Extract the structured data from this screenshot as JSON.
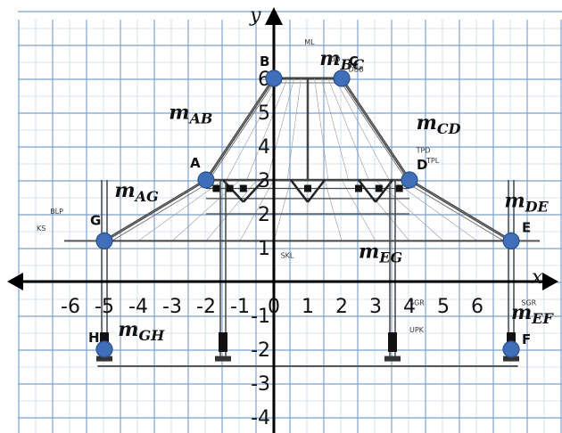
{
  "axes": {
    "x_label": "x",
    "y_label": "y",
    "x_ticks": [
      "-6",
      "-5",
      "-4",
      "-3",
      "-2",
      "-1",
      "0",
      "1",
      "2",
      "3",
      "4",
      "5",
      "6"
    ],
    "y_ticks": [
      "6",
      "5",
      "4",
      "3",
      "2",
      "1",
      "-1",
      "-2",
      "-3",
      "-4"
    ]
  },
  "points": [
    {
      "id": "A",
      "x": -2,
      "y": 3
    },
    {
      "id": "B",
      "x": 0,
      "y": 6
    },
    {
      "id": "C",
      "x": 2,
      "y": 6
    },
    {
      "id": "D",
      "x": 4,
      "y": 3
    },
    {
      "id": "E",
      "x": 7,
      "y": 1.2
    },
    {
      "id": "F",
      "x": 7,
      "y": -2
    },
    {
      "id": "G",
      "x": -5,
      "y": 1.2
    },
    {
      "id": "H",
      "x": -5,
      "y": -2
    }
  ],
  "segment_labels": {
    "AB": {
      "m": "m",
      "sub": "AB"
    },
    "BC": {
      "m": "m",
      "sub": "BC"
    },
    "CD": {
      "m": "m",
      "sub": "CD"
    },
    "AG": {
      "m": "m",
      "sub": "AG"
    },
    "DE": {
      "m": "m",
      "sub": "DE"
    },
    "EG": {
      "m": "m",
      "sub": "EG"
    },
    "GH": {
      "m": "m",
      "sub": "GH"
    },
    "EF": {
      "m": "m",
      "sub": "EF"
    }
  },
  "annotations": [
    "ML",
    "UD",
    "DBB",
    "TPD",
    "TPL",
    "BLP",
    "KS",
    "SKL",
    "SGR",
    "UPK",
    "SGR"
  ],
  "colors": {
    "grid": "#7fa3d1",
    "point": "#3f6fb8",
    "structure": "#333333"
  }
}
